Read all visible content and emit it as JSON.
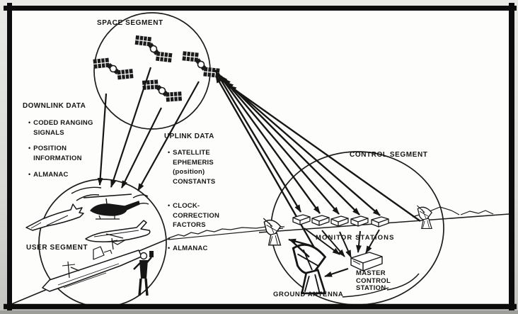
{
  "figure_type": "GPS segments diagram",
  "colors": {
    "ink": "#161616",
    "paper": "#fdfdfb",
    "margin": "#d9d9d5"
  },
  "space_segment": {
    "label": "SPACE SEGMENT",
    "satellite_count": 4
  },
  "user_segment": {
    "label": "USER SEGMENT",
    "vehicles": [
      "space-shuttle",
      "helicopter",
      "airplane",
      "ship",
      "soldier"
    ]
  },
  "control_segment": {
    "label": "CONTROL SEGMENT",
    "monitor_stations_label": "MONITOR STATIONS",
    "monitor_station_count": 5,
    "master_control_station_label": "MASTER\nCONTROL\nSTATION",
    "ground_antenna_label": "GROUND ANTENNA"
  },
  "downlink": {
    "title": "DOWNLINK DATA",
    "bullet": "•",
    "items": [
      "CODED RANGING\nSIGNALS",
      "POSITION\nINFORMATION",
      "ALMANAC"
    ]
  },
  "uplink": {
    "title": "UPLINK DATA",
    "bullet": "•",
    "items": [
      "SATELLITE\nEPHEMERIS\n(position)\nCONSTANTS",
      "CLOCK-\nCORRECTION\nFACTORS",
      "ALMANAC"
    ]
  }
}
